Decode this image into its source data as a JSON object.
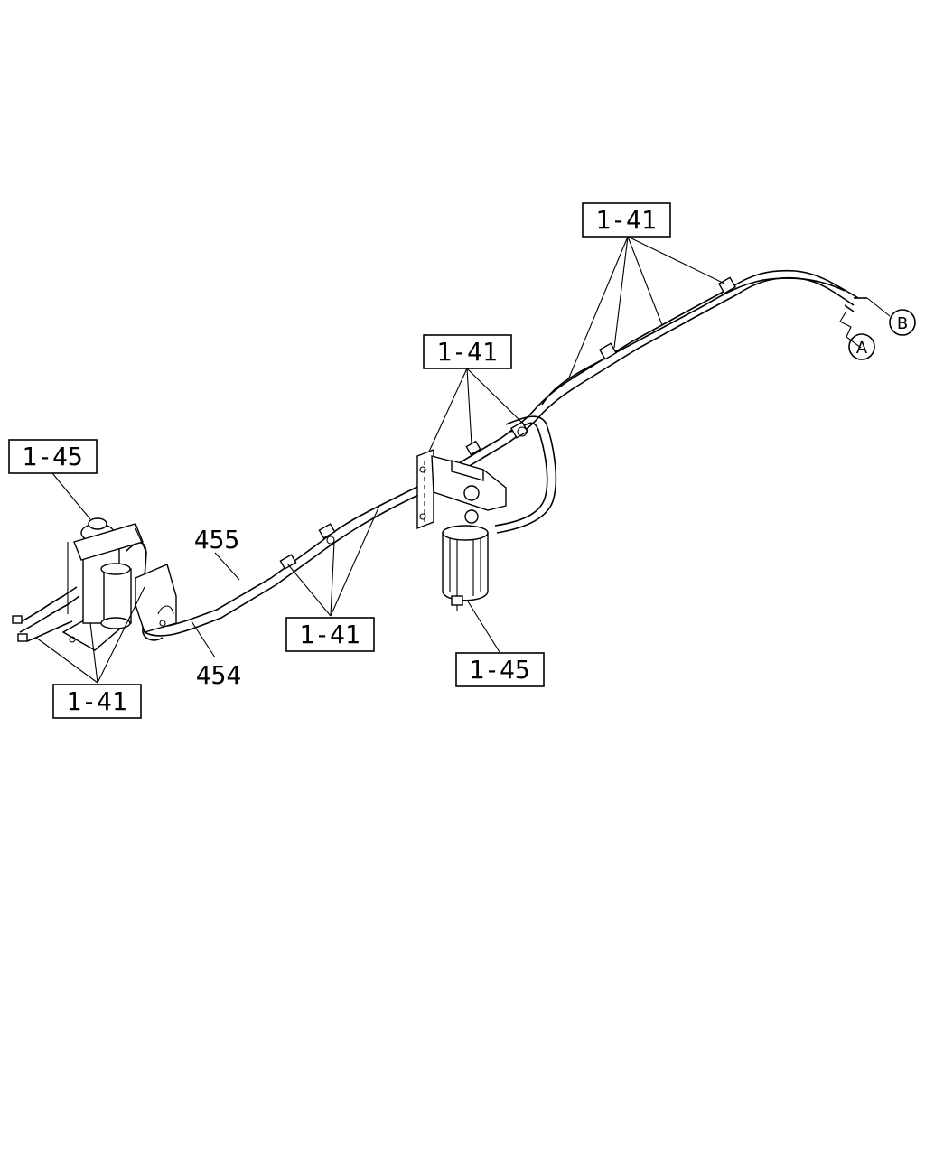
{
  "callouts": {
    "top_right": "1-41",
    "center_top": "1-41",
    "left_top": "1-45",
    "center_bottom": "1-41",
    "left_bottom": "1-41",
    "filter_bottom": "1-45",
    "pipe_upper": "455",
    "pipe_lower": "454"
  },
  "connectors": {
    "a": "A",
    "b": "B"
  }
}
